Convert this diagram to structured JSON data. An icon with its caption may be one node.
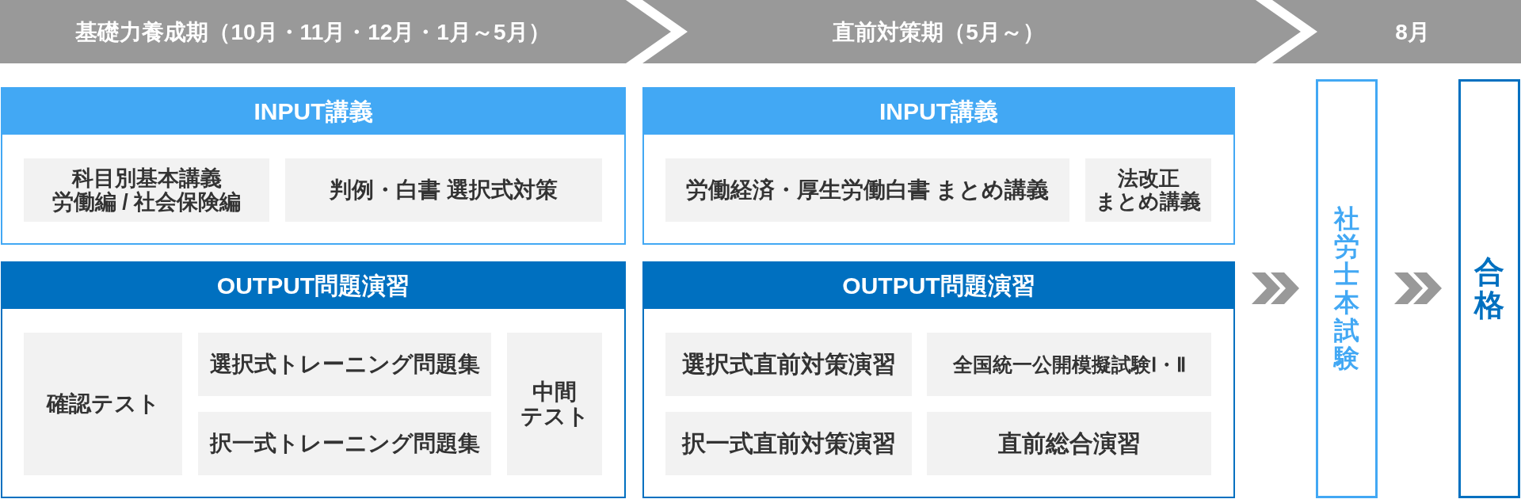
{
  "diagram": {
    "nodes": [
      {
        "text": [
          "基礎力養成期（10月・11月・12月・1月～5月）"
        ]
      },
      {
        "text": [
          "直前対策期（5月～）"
        ]
      },
      {
        "text": [
          "8月"
        ]
      },
      {
        "text": [
          "INPUT講義"
        ]
      },
      {
        "text": [
          "科目別基本講義",
          "労働編 / 社会保険編"
        ],
        "in": 3
      },
      {
        "text": [
          "判例・白書 選択式対策"
        ],
        "in": 3
      },
      {
        "text": [
          "OUTPUT問題演習"
        ]
      },
      {
        "text": [
          "確認テスト"
        ],
        "in": 6
      },
      {
        "text": [
          "選択式トレーニング問題集"
        ],
        "in": 6
      },
      {
        "text": [
          "択一式トレーニング問題集"
        ],
        "in": 6
      },
      {
        "text": [
          "中間",
          "テスト"
        ],
        "in": 6
      },
      {
        "text": [
          "INPUT講義"
        ]
      },
      {
        "text": [
          "労働経済・厚生労働白書 まとめ講義"
        ],
        "in": 11
      },
      {
        "text": [
          "法改正",
          "まとめ講義"
        ],
        "in": 11
      },
      {
        "text": [
          "OUTPUT問題演習"
        ]
      },
      {
        "text": [
          "選択式直前対策演習"
        ],
        "in": 14
      },
      {
        "text": [
          "全国統一公開模擬試験Ⅰ・Ⅱ"
        ],
        "in": 14
      },
      {
        "text": [
          "択一式直前対策演習"
        ],
        "in": 14
      },
      {
        "text": [
          "直前総合演習"
        ],
        "in": 14
      },
      {
        "text": [
          "社労士本試験"
        ]
      },
      {
        "text": [
          "合格"
        ]
      }
    ],
    "edges": [
      {
        "from": 14,
        "to": 19,
        "arrow": "to"
      },
      {
        "from": 19,
        "to": 20,
        "arrow": "to"
      }
    ]
  }
}
